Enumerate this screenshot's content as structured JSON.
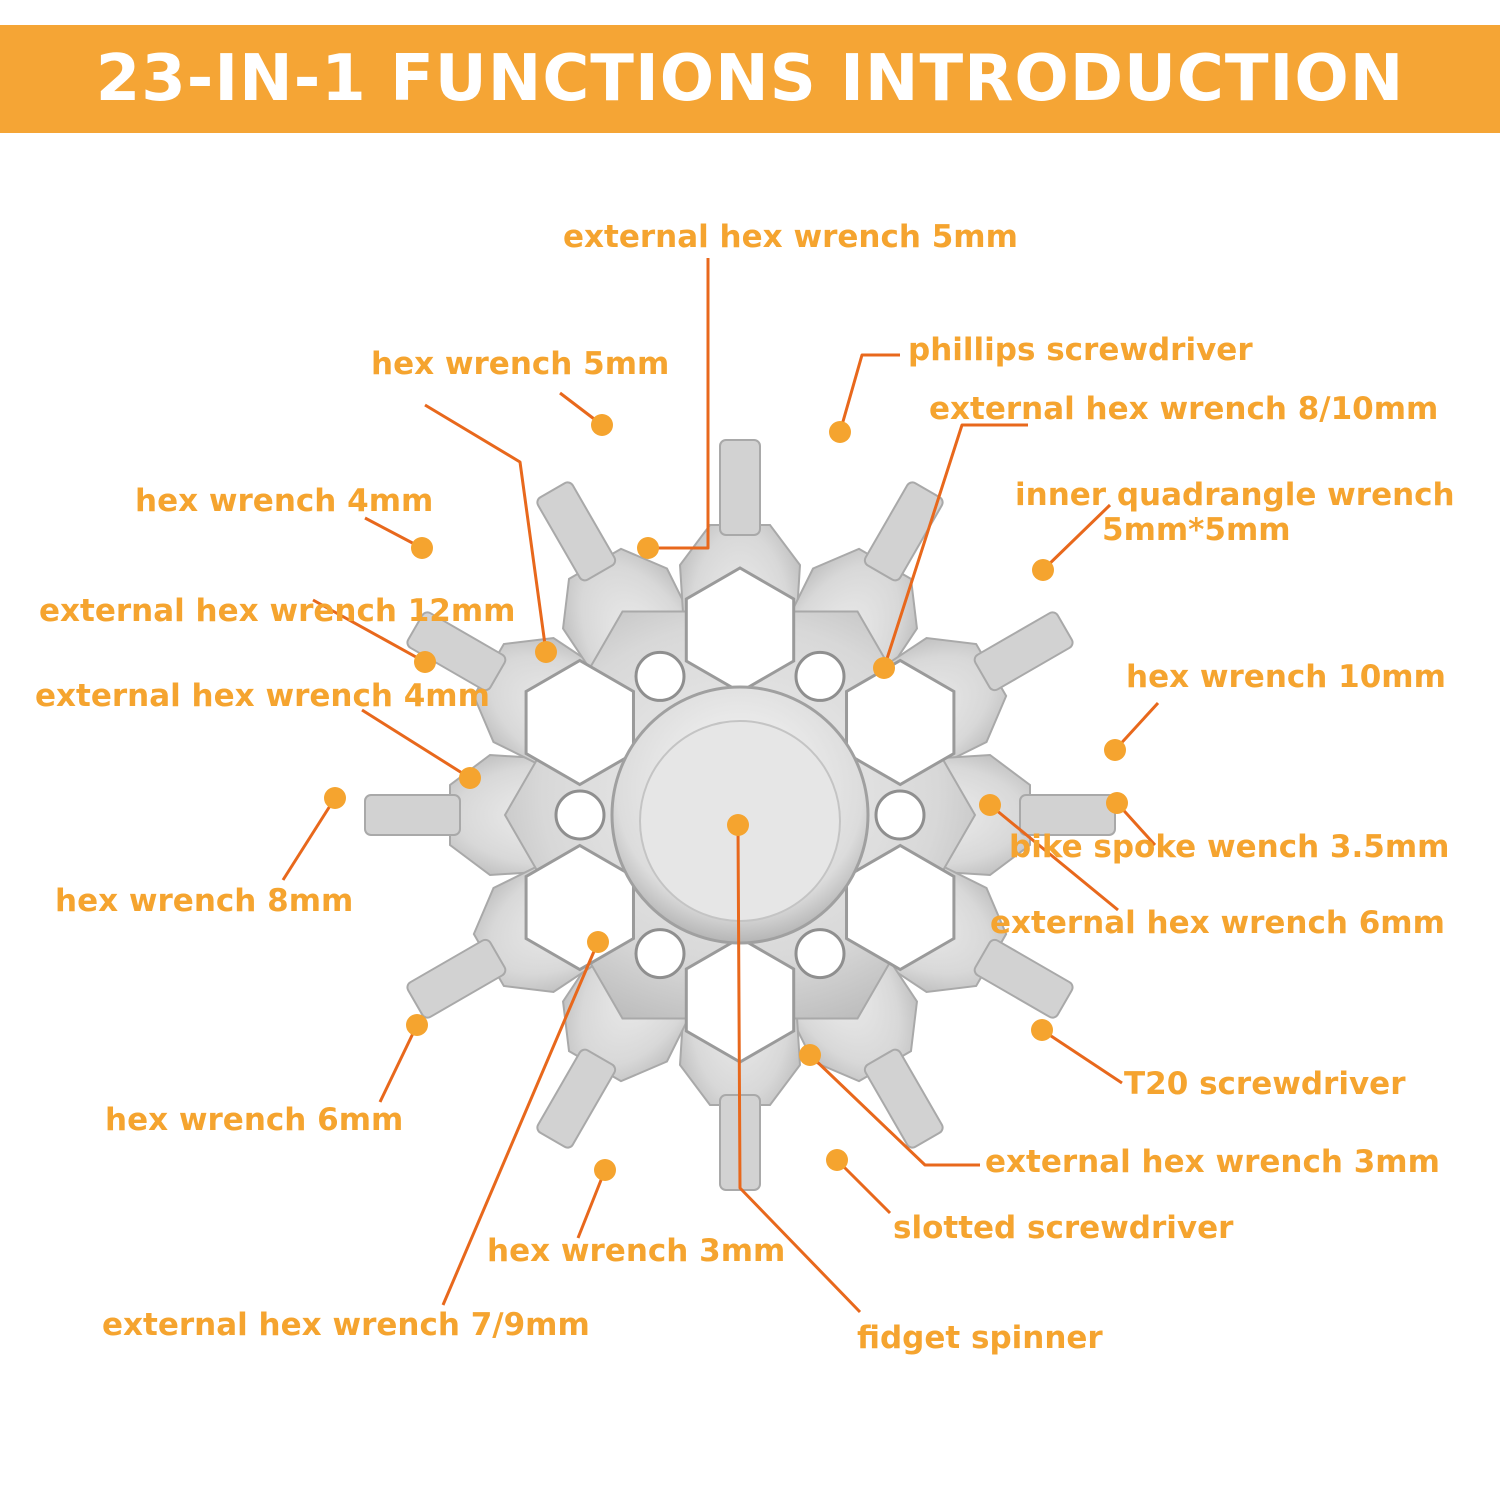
{
  "title": "23-IN-1 FUNCTIONS INTRODUCTION",
  "colors": {
    "banner": "#f5a535",
    "label": "#f5a42f",
    "leader_line": "#e8681c",
    "tool_metal": "#d9d9d9"
  },
  "callouts": [
    {
      "id": "external-hex-wrench-5mm",
      "label": "external hex wrench 5mm"
    },
    {
      "id": "hex-wrench-5mm",
      "label": "hex wrench 5mm"
    },
    {
      "id": "phillips-screwdriver",
      "label": "phillips screwdriver"
    },
    {
      "id": "external-hex-wrench-8-10mm",
      "label": "external hex wrench 8/10mm"
    },
    {
      "id": "inner-quadrangle-wrench",
      "label": "inner quadrangle wrench",
      "label2": "5mm*5mm"
    },
    {
      "id": "hex-wrench-4mm",
      "label": "hex wrench 4mm"
    },
    {
      "id": "external-hex-wrench-12mm",
      "label": "external hex wrench 12mm"
    },
    {
      "id": "external-hex-wrench-4mm",
      "label": "external hex wrench 4mm"
    },
    {
      "id": "hex-wrench-10mm",
      "label": "hex wrench 10mm"
    },
    {
      "id": "bike-spoke-wench-3-5mm",
      "label": "bike spoke wench 3.5mm"
    },
    {
      "id": "hex-wrench-8mm",
      "label": "hex wrench 8mm"
    },
    {
      "id": "external-hex-wrench-6mm",
      "label": "external hex wrench 6mm"
    },
    {
      "id": "t20-screwdriver",
      "label": "T20 screwdriver"
    },
    {
      "id": "hex-wrench-6mm",
      "label": "hex wrench 6mm"
    },
    {
      "id": "external-hex-wrench-3mm",
      "label": "external hex wrench 3mm"
    },
    {
      "id": "slotted-screwdriver",
      "label": "slotted screwdriver"
    },
    {
      "id": "hex-wrench-3mm",
      "label": "hex wrench 3mm"
    },
    {
      "id": "external-hex-wrench-7-9mm",
      "label": "external hex wrench 7/9mm"
    },
    {
      "id": "fidget-spinner",
      "label": "fidget spinner"
    }
  ]
}
